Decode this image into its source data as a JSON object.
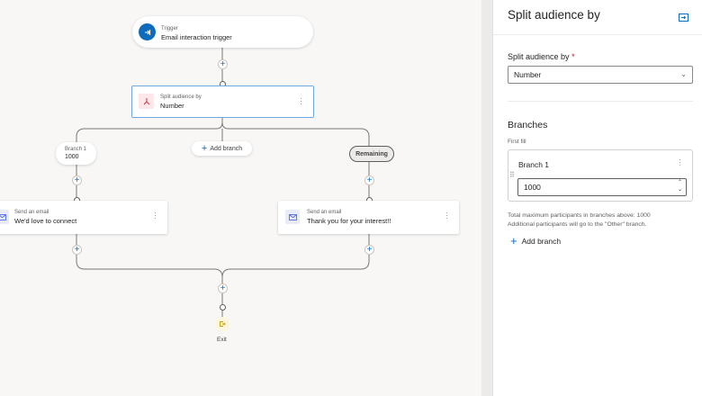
{
  "canvas": {
    "trigger": {
      "subtitle": "Trigger",
      "title": "Email interaction trigger"
    },
    "split": {
      "subtitle": "Split audience by",
      "title": "Number"
    },
    "add_branch_label": "Add branch",
    "branch1": {
      "name": "Branch 1",
      "value": "1000"
    },
    "remaining_label": "Remaining",
    "email_left": {
      "subtitle": "Send an email",
      "title": "We'd love to connect"
    },
    "email_right": {
      "subtitle": "Send an email",
      "title": "Thank you for your interest!!"
    },
    "exit_label": "Exit"
  },
  "panel": {
    "title": "Split audience by",
    "field_label": "Split audience by",
    "required_mark": "*",
    "field_value": "Number",
    "branches_heading": "Branches",
    "first_fill_label": "First fill",
    "branch_name": "Branch 1",
    "branch_value": "1000",
    "help_line1": "Total maximum participants in branches above: 1000",
    "help_line2": "Additional participants will go to the \"Other\" branch.",
    "add_branch": "Add branch"
  },
  "colors": {
    "accent": "#0f6cbd",
    "split_icon": "#d13438",
    "exit_icon": "#c19c00",
    "email_icon": "#4f6bed"
  }
}
